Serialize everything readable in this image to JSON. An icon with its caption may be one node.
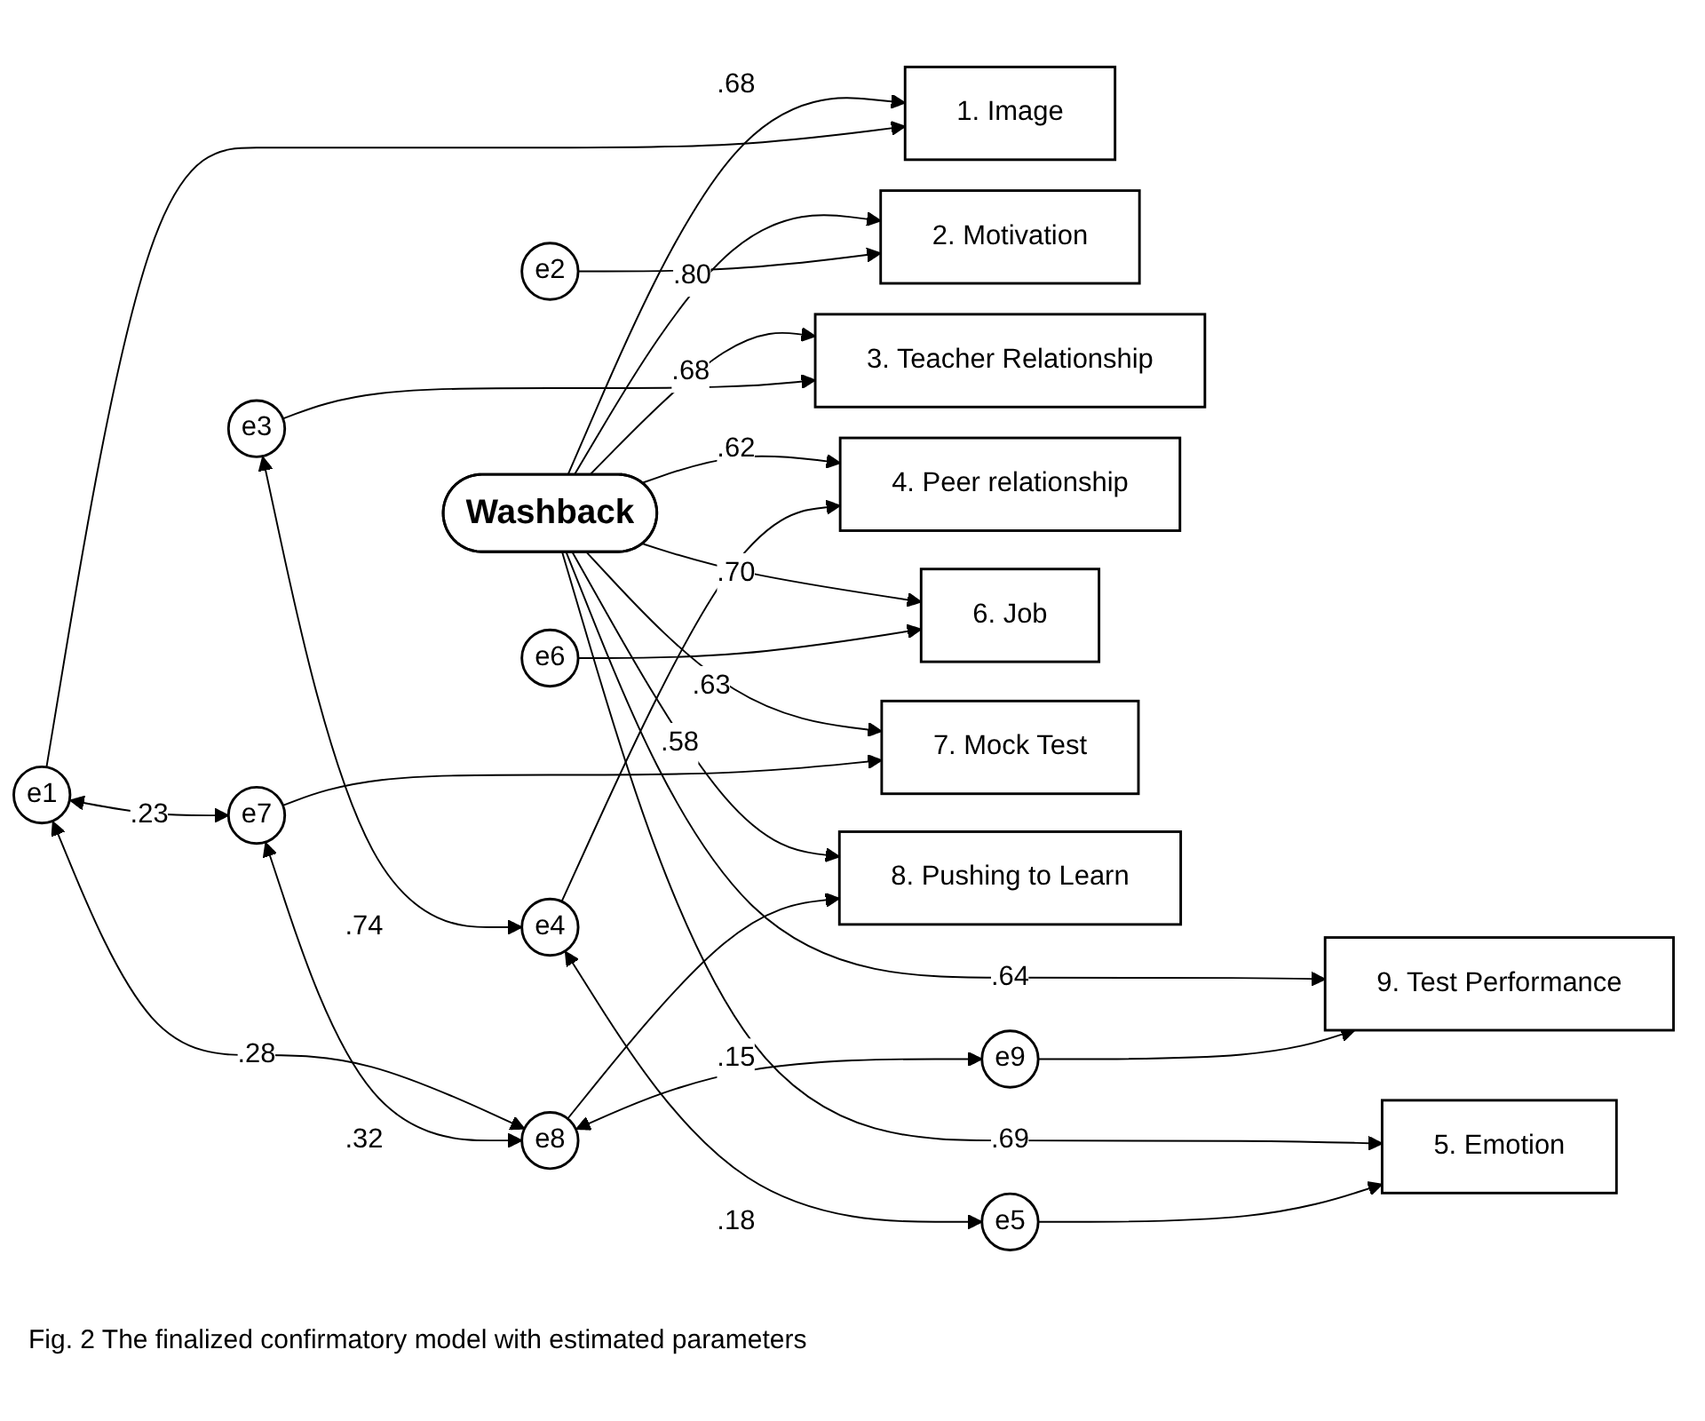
{
  "diagram": {
    "caption": "Fig. 2 The finalized confirmatory model with estimated parameters",
    "nodes": [
      {
        "text": [
          "Washback"
        ]
      },
      {
        "text": [
          "1. Image"
        ]
      },
      {
        "text": [
          "2. Motivation"
        ]
      },
      {
        "text": [
          "3. Teacher Relationship"
        ]
      },
      {
        "text": [
          "4. Peer relationship"
        ]
      },
      {
        "text": [
          "5. Emotion"
        ]
      },
      {
        "text": [
          "6. Job"
        ]
      },
      {
        "text": [
          "7. Mock Test"
        ]
      },
      {
        "text": [
          "8. Pushing to Learn"
        ]
      },
      {
        "text": [
          "9. Test Performance"
        ]
      },
      {
        "text": [
          "e1"
        ]
      },
      {
        "text": [
          "e2"
        ]
      },
      {
        "text": [
          "e3"
        ]
      },
      {
        "text": [
          "e4"
        ]
      },
      {
        "text": [
          "e5"
        ]
      },
      {
        "text": [
          "e6"
        ]
      },
      {
        "text": [
          "e7"
        ]
      },
      {
        "text": [
          "e8"
        ]
      },
      {
        "text": [
          "e9"
        ]
      }
    ],
    "edges": [
      {
        "from": 0,
        "to": 1,
        "arrow": "to",
        "label": ".68"
      },
      {
        "from": 0,
        "to": 2,
        "arrow": "to",
        "label": ".80"
      },
      {
        "from": 0,
        "to": 3,
        "arrow": "to",
        "label": ".68"
      },
      {
        "from": 0,
        "to": 4,
        "arrow": "to",
        "label": ".62"
      },
      {
        "from": 0,
        "to": 5,
        "arrow": "to",
        "label": ".69"
      },
      {
        "from": 0,
        "to": 6,
        "arrow": "to",
        "label": ".70"
      },
      {
        "from": 0,
        "to": 7,
        "arrow": "to",
        "label": ".63"
      },
      {
        "from": 0,
        "to": 8,
        "arrow": "to",
        "label": ".58"
      },
      {
        "from": 0,
        "to": 9,
        "arrow": "to",
        "label": ".64"
      },
      {
        "from": 10,
        "to": 1,
        "arrow": "to"
      },
      {
        "from": 11,
        "to": 2,
        "arrow": "to"
      },
      {
        "from": 12,
        "to": 3,
        "arrow": "to"
      },
      {
        "from": 13,
        "to": 4,
        "arrow": "to"
      },
      {
        "from": 14,
        "to": 5,
        "arrow": "to"
      },
      {
        "from": 15,
        "to": 6,
        "arrow": "to"
      },
      {
        "from": 16,
        "to": 7,
        "arrow": "to"
      },
      {
        "from": 17,
        "to": 8,
        "arrow": "to"
      },
      {
        "from": 18,
        "to": 9,
        "arrow": "to"
      },
      {
        "from": 12,
        "to": 13,
        "arrow": "both",
        "label": ".74"
      },
      {
        "from": 13,
        "to": 14,
        "arrow": "both",
        "label": ".18"
      },
      {
        "from": 10,
        "to": 16,
        "arrow": "both",
        "label": ".23"
      },
      {
        "from": 10,
        "to": 17,
        "arrow": "both",
        "label": ".28"
      },
      {
        "from": 16,
        "to": 17,
        "arrow": "both",
        "label": ".32"
      },
      {
        "from": 17,
        "to": 18,
        "arrow": "both",
        "label": ".15"
      }
    ]
  }
}
